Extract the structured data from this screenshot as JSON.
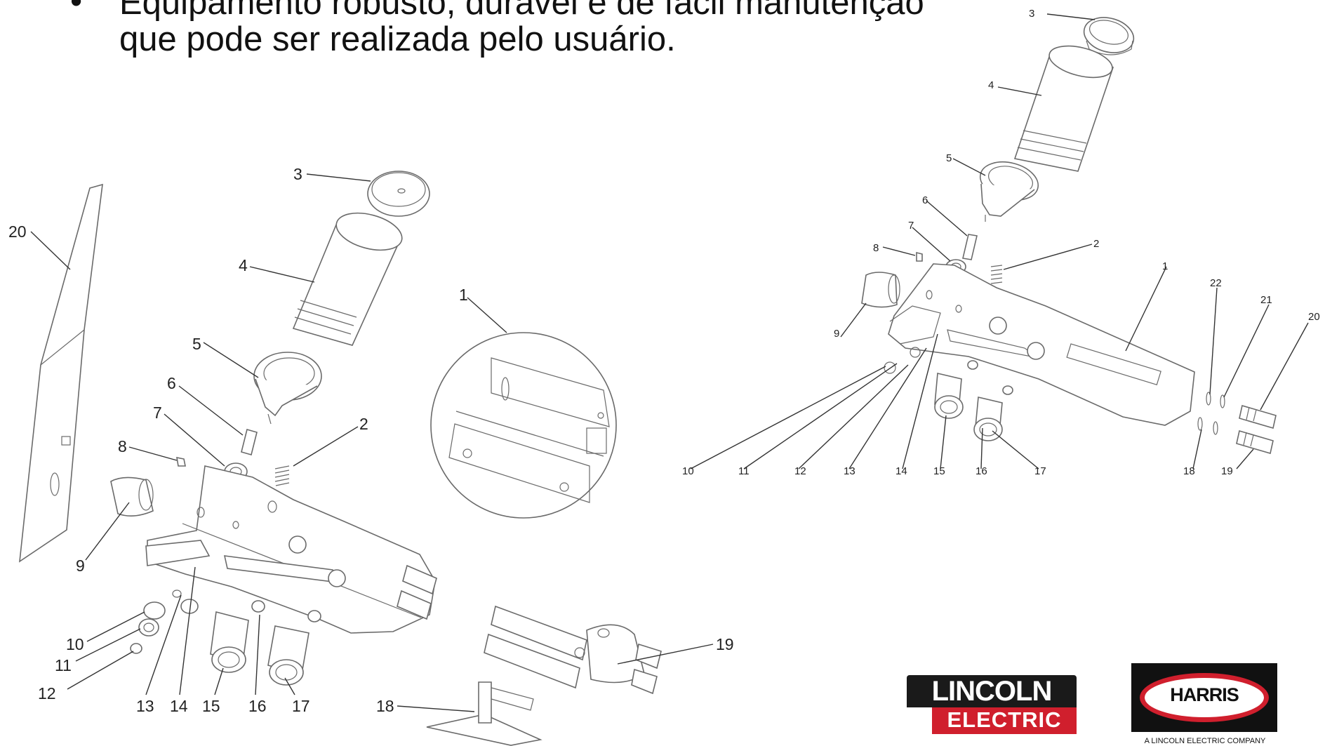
{
  "slide": {
    "bullet": "•",
    "line1": "Equipamento robusto, durável e de fácil manutenção",
    "line2": "que pode ser realizada pelo usuário."
  },
  "left_diagram": {
    "labels": [
      "1",
      "2",
      "3",
      "4",
      "5",
      "6",
      "7",
      "8",
      "9",
      "10",
      "11",
      "12",
      "13",
      "14",
      "15",
      "16",
      "17",
      "18",
      "19",
      "20"
    ]
  },
  "right_diagram": {
    "labels": [
      "1",
      "2",
      "3",
      "4",
      "5",
      "6",
      "7",
      "8",
      "9",
      "10",
      "11",
      "12",
      "13",
      "14",
      "15",
      "16",
      "17",
      "18",
      "19",
      "20",
      "21",
      "22"
    ]
  },
  "logos": {
    "lincoln_top": "LINCOLN",
    "lincoln_bottom": "ELECTRIC",
    "lincoln_colors": {
      "dark": "#1a1a1a",
      "red": "#d01f2d"
    },
    "harris_word": "HARRIS",
    "harris_tagline": "A LINCOLN ELECTRIC COMPANY",
    "harris_colors": {
      "background": "#111111",
      "ring": "#d01f2d"
    }
  }
}
